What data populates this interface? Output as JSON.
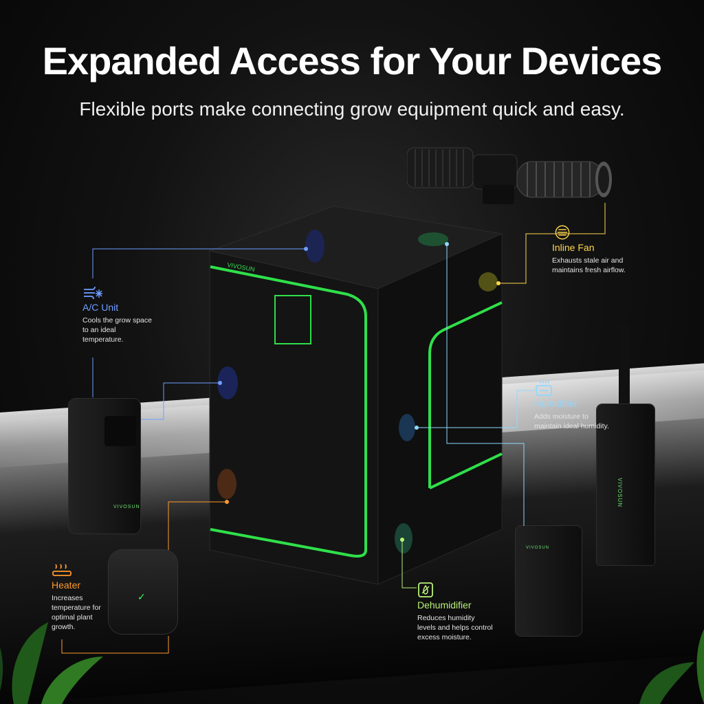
{
  "header": {
    "title": "Expanded Access for Your Devices",
    "subtitle": "Flexible ports make connecting grow equipment quick and easy."
  },
  "brand": "VIVOSUN",
  "callouts": {
    "ac": {
      "icon": "wind-snowflake-icon",
      "title": "A/C Unit",
      "description": "Cools the grow space to an ideal temperature.",
      "color": "#6f9fff"
    },
    "inline_fan": {
      "icon": "fan-grille-icon",
      "title": "Inline Fan",
      "description": "Exhausts stale air and maintains fresh airflow.",
      "color": "#ffd84d"
    },
    "humidifier": {
      "icon": "humidifier-icon",
      "title": "Humidifier",
      "description": "Adds moisture to maintain ideal humidity.",
      "color": "#8fd8ff"
    },
    "heater": {
      "icon": "heat-waves-icon",
      "title": "Heater",
      "description": "Increases temperature for optimal plant growth.",
      "color": "#ff9a2e"
    },
    "dehumidifier": {
      "icon": "dehumidifier-icon",
      "title": "Dehumidifier",
      "description": "Reduces humidity levels and helps control excess moisture.",
      "color": "#b8f27a"
    }
  },
  "colors": {
    "tent_trim": "#2fe04a",
    "background": "#111111"
  }
}
